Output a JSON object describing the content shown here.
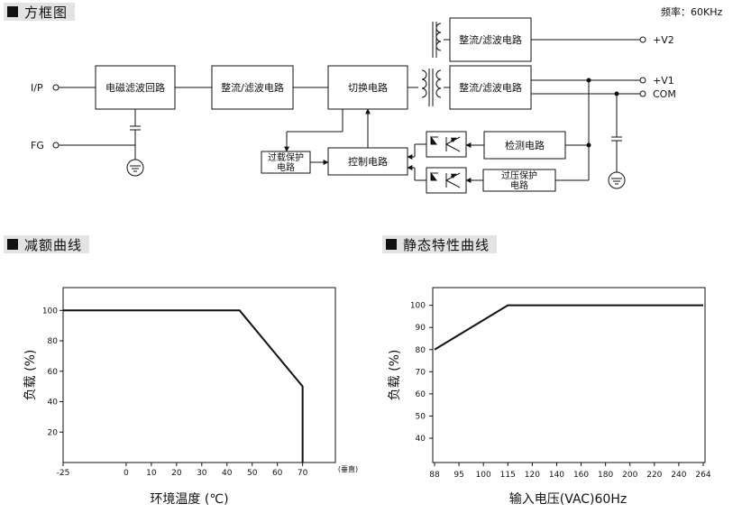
{
  "frequency": "频率：60KHz",
  "sections": {
    "block": "方框图",
    "derating": "减额曲线",
    "static": "静态特性曲线"
  },
  "block": {
    "emi": "电磁滤波回路",
    "rect1": "整流/滤波电路",
    "switch": "切换电路",
    "rect_v2": "整流/滤波电路",
    "rect_v1": "整流/滤波电路",
    "control": "控制电路",
    "olp": [
      "过载保护",
      "电路"
    ],
    "detect": "检测电路",
    "ovp": [
      "过压保护",
      "电路"
    ],
    "ip": "I/P",
    "fg": "FG",
    "v2": "+V2",
    "v1": "+V1",
    "com": "COM"
  },
  "derating_chart": {
    "type": "line",
    "x": [
      -25,
      45,
      70,
      70
    ],
    "y": [
      100,
      100,
      50,
      0
    ],
    "xticks": [
      "-25",
      "0",
      "10",
      "20",
      "30",
      "40",
      "50",
      "60",
      "70"
    ],
    "xtick_values": [
      -25,
      0,
      10,
      20,
      30,
      40,
      50,
      60,
      70
    ],
    "yticks": [
      "20",
      "40",
      "60",
      "80",
      "100"
    ],
    "ytick_values": [
      20,
      40,
      60,
      80,
      100
    ],
    "xlim": [
      -25,
      83
    ],
    "ylim": [
      0,
      115
    ],
    "x_unit": "(垂直)",
    "xlabel": "环境温度 (℃)",
    "ylabel": "负载 (%)"
  },
  "static_chart": {
    "type": "line",
    "categories": [
      "88",
      "95",
      "100",
      "115",
      "120",
      "140",
      "160",
      "180",
      "200",
      "220",
      "240",
      "264"
    ],
    "x": [
      88,
      115,
      264
    ],
    "y": [
      80,
      100,
      100
    ],
    "yticks": [
      "40",
      "50",
      "60",
      "70",
      "80",
      "90",
      "100"
    ],
    "ytick_values": [
      40,
      50,
      60,
      70,
      80,
      90,
      100
    ],
    "ylim": [
      29,
      108
    ],
    "xlabel": "输入电压(VAC)60Hz",
    "ylabel": "负载 (%)"
  }
}
